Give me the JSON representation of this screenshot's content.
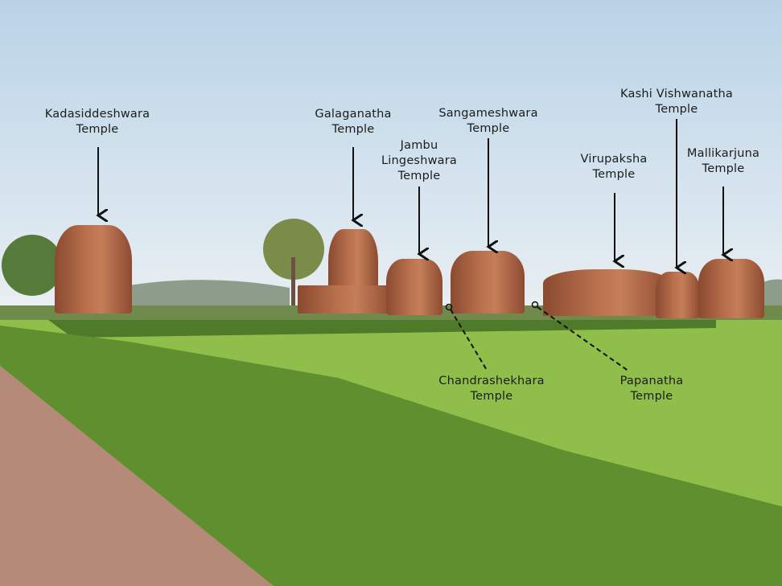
{
  "labels": {
    "kadasiddeshwara": [
      "Kadasiddeshwara",
      "Temple"
    ],
    "galaganatha": [
      "Galaganatha",
      "Temple"
    ],
    "jambu": [
      "Jambu",
      "Lingeshwara",
      "Temple"
    ],
    "sangameshwara": [
      "Sangameshwara",
      "Temple"
    ],
    "virupaksha": [
      "Virupaksha",
      "Temple"
    ],
    "kashi": [
      "Kashi Vishwanatha",
      "Temple"
    ],
    "mallikarjuna": [
      "Mallikarjuna",
      "Temple"
    ],
    "chandrashekhara": [
      "Chandrashekhara",
      "Temple"
    ],
    "papanatha": [
      "Papanatha",
      "Temple"
    ]
  },
  "colors": {
    "label_text": "#1c1c1c",
    "lawn": "#8fbf4a",
    "hedge": "#5f8f2e",
    "stone": "#b8704c"
  }
}
